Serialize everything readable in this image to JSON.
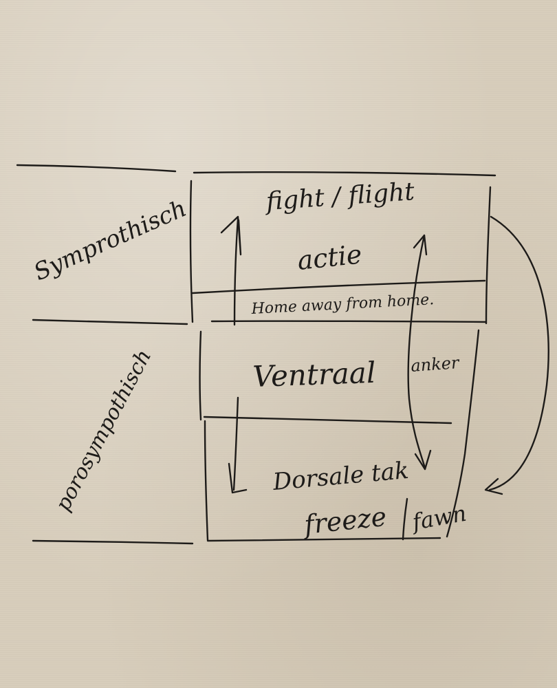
{
  "labels": {
    "sympathisch": "Symprothisch",
    "parasympathisch": "porosympothisch",
    "fight_flight": "fight / flight",
    "actie": "actie",
    "home_away": "Home away from home.",
    "ventraal": "Ventraal",
    "anker": "anker",
    "dorsale_tak": "Dorsale tak",
    "freeze": "freeze",
    "fawn": "fawn"
  },
  "colors": {
    "paper": "#d8cebc",
    "ink": "#1d1b19"
  }
}
